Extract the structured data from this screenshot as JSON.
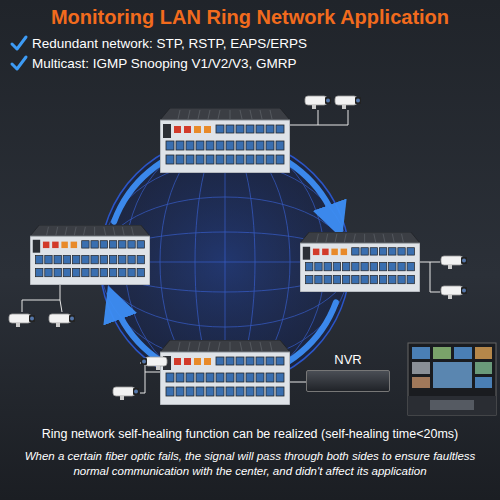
{
  "diagram": {
    "title": "Monitoring LAN Ring Network Application",
    "caption": "Ring network self-healing function can be realized (self-healing time<20ms)",
    "nodes": [
      {
        "text": [
          "NVR"
        ]
      }
    ],
    "labels": [
      "Redundant network: STP, RSTP, EAPS/ERPS",
      "Multicast: IGMP Snooping V1/V2/V3, GMRP",
      "When a certain fiber optic fails, the signal will pass through both sides to ensure faultless normal communication with the center, and didn't affect its application"
    ]
  }
}
